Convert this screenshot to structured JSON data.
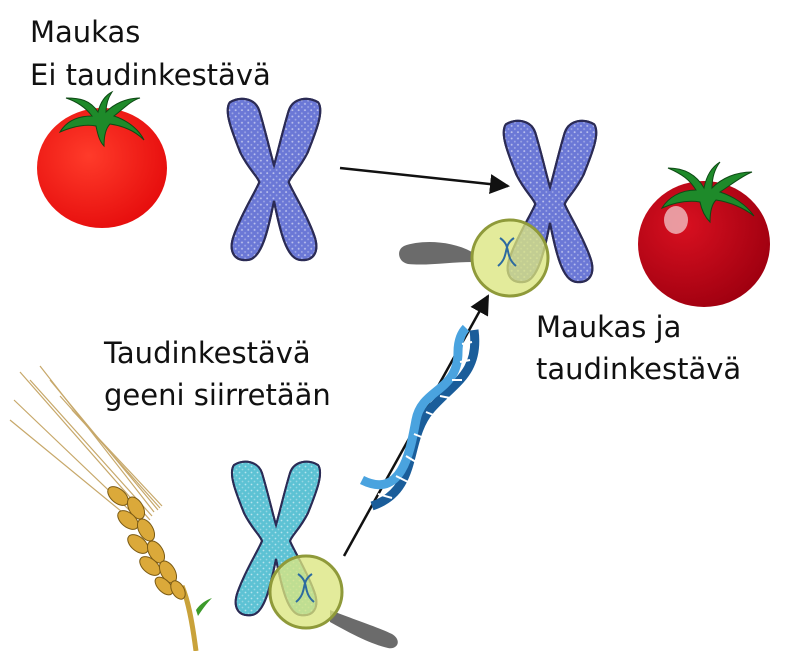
{
  "labels": {
    "tasty_line1": "Maukas",
    "tasty_line2": "Ei taudinkestävä",
    "transfer_line1": "Taudinkestävä",
    "transfer_line2": "geeni siirretään",
    "result_line1": "Maukas ja",
    "result_line2": "taudinkestävä"
  },
  "icons": {
    "tomato": "tomato-icon",
    "chromosome": "chromosome-icon",
    "dna": "dna-helix-icon",
    "wheat": "wheat-icon",
    "magnifier": "magnifying-glass-icon"
  },
  "colors": {
    "red_tomato": "#ee1111",
    "dark_tomato": "#b8000f",
    "chromosome_blue": "#6c78d8",
    "chromosome_cyan": "#5fc2d6",
    "lens": "#dfe98a",
    "dna_blue": "#3e8fd0",
    "wheat": "#d9a632"
  }
}
